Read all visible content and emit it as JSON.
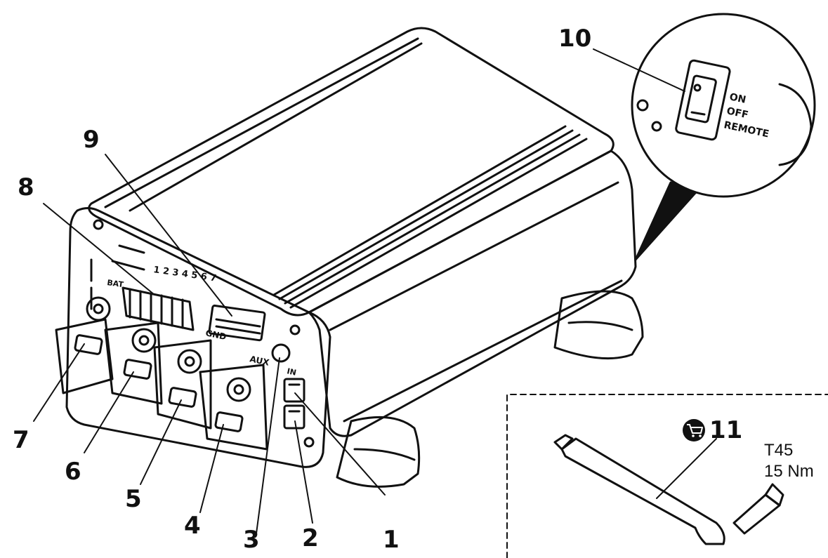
{
  "callouts": {
    "c1": "1",
    "c2": "2",
    "c3": "3",
    "c4": "4",
    "c5": "5",
    "c6": "6",
    "c7": "7",
    "c8": "8",
    "c9": "9",
    "c10": "10",
    "c11": "11"
  },
  "switch_labels": {
    "on": "ON",
    "off": "OFF",
    "remote": "REMOTE"
  },
  "panel_labels": {
    "aux": "AUX",
    "gnd": "GND",
    "in": "IN",
    "ports": "1 2 3 4 5 6 7",
    "bat": "BAT"
  },
  "tool": {
    "bit": "T45",
    "torque": "15 Nm",
    "icon": "cart-icon"
  }
}
